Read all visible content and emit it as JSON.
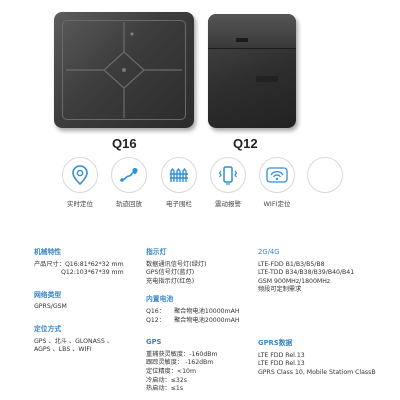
{
  "products": [
    {
      "model": "Q16"
    },
    {
      "model": "Q12"
    }
  ],
  "features": [
    {
      "label": "实时定位",
      "icon": "location-pin-icon"
    },
    {
      "label": "轨迹回放",
      "icon": "route-map-icon"
    },
    {
      "label": "电子围栏",
      "icon": "fence-icon"
    },
    {
      "label": "震动报警",
      "icon": "vibration-phone-icon"
    },
    {
      "label": "WIFI定位",
      "icon": "wifi-icon"
    },
    {
      "label": "",
      "icon": "blank-circle-icon"
    }
  ],
  "specs": {
    "model": {
      "title": "机械特性",
      "size_label": "产品尺寸：",
      "size_q16": "Q16:81*62*32 mm",
      "size_q12": "Q12:103*67*39 mm"
    },
    "network": {
      "title": "网络类型",
      "value": "GPRS/GSM"
    },
    "positioning": {
      "title": "定位方式",
      "line1": "GPS 、北斗 、GLONASS 、",
      "line2": "AGPS 、LBS 、WIFI"
    },
    "indicator": {
      "title": "指示灯",
      "line1": "数据通讯信号灯(绿灯)",
      "line2": "GPS信号灯(蓝灯)",
      "line3": "充电指示灯(红色)"
    },
    "battery": {
      "title": "内置电池",
      "q16_key": "Q16：",
      "q16_val": "聚合物电池10000mAH",
      "q12_key": "Q12：",
      "q12_val": "聚合物电池20000mAH"
    },
    "gps": {
      "title": "GPS",
      "line1": "重捕获灵敏度：-160dBm",
      "line2": "跟踪灵敏度：  -162dBm",
      "line3": "定位精度：<10m",
      "line4": "冷启动：≤32s",
      "line5": "热启动：≤1s"
    },
    "bands": {
      "title": "2G/4G",
      "line1": "LTE-FDD  B1/B3/B5/B8",
      "line2": "LTE-TDD  B34/B38/B39/B40/B41",
      "line3": "GSM 900MHz/1800MHz",
      "line4": "频段可定制需求"
    },
    "gprs": {
      "title": "GPRS数据",
      "line1": "LTE FDD Rel.13",
      "line2": "LTE FDD Rel.13",
      "line3": "GPRS Class 10, Mobile Statiom ClassB"
    }
  },
  "colors": {
    "accent": "#3a86c8",
    "icon_blue": "#2f8fd8"
  }
}
